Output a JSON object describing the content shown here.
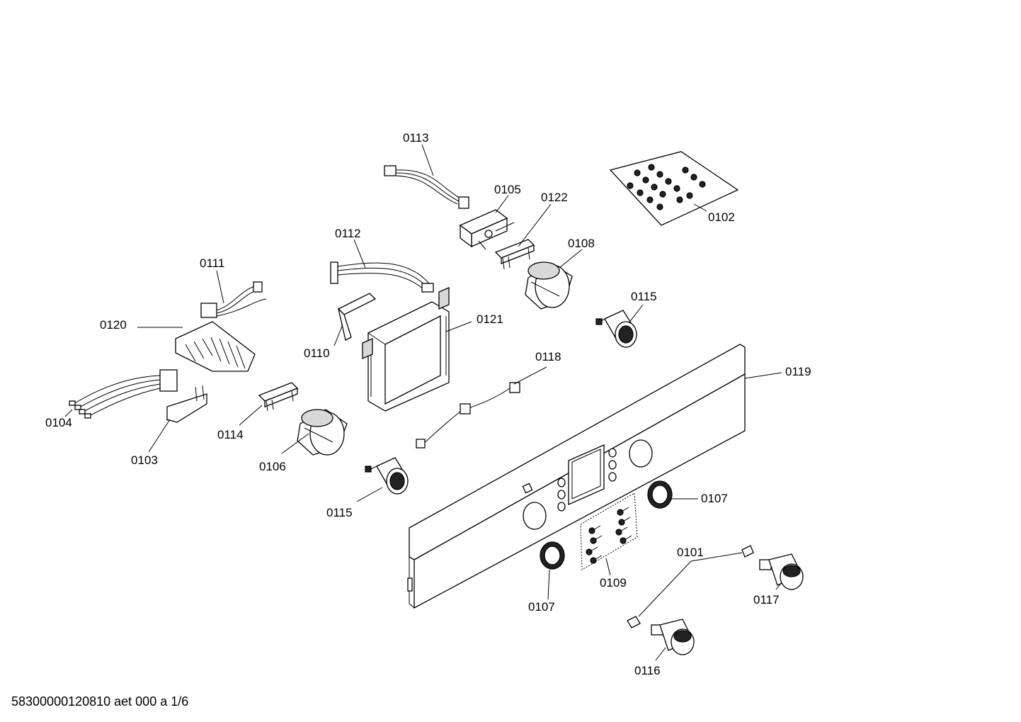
{
  "footer": {
    "drawing_code": "58300000120810 aet 000 a 1/6"
  },
  "labels": {
    "p0101": "0101",
    "p0102": "0102",
    "p0103": "0103",
    "p0104": "0104",
    "p0105": "0105",
    "p0106": "0106",
    "p0107a": "0107",
    "p0107b": "0107",
    "p0108": "0108",
    "p0109": "0109",
    "p0110": "0110",
    "p0111": "0111",
    "p0112": "0112",
    "p0113": "0113",
    "p0114": "0114",
    "p0115a": "0115",
    "p0115b": "0115",
    "p0116": "0116",
    "p0117": "0117",
    "p0118": "0118",
    "p0119": "0119",
    "p0120": "0120",
    "p0121": "0121",
    "p0122": "0122"
  }
}
